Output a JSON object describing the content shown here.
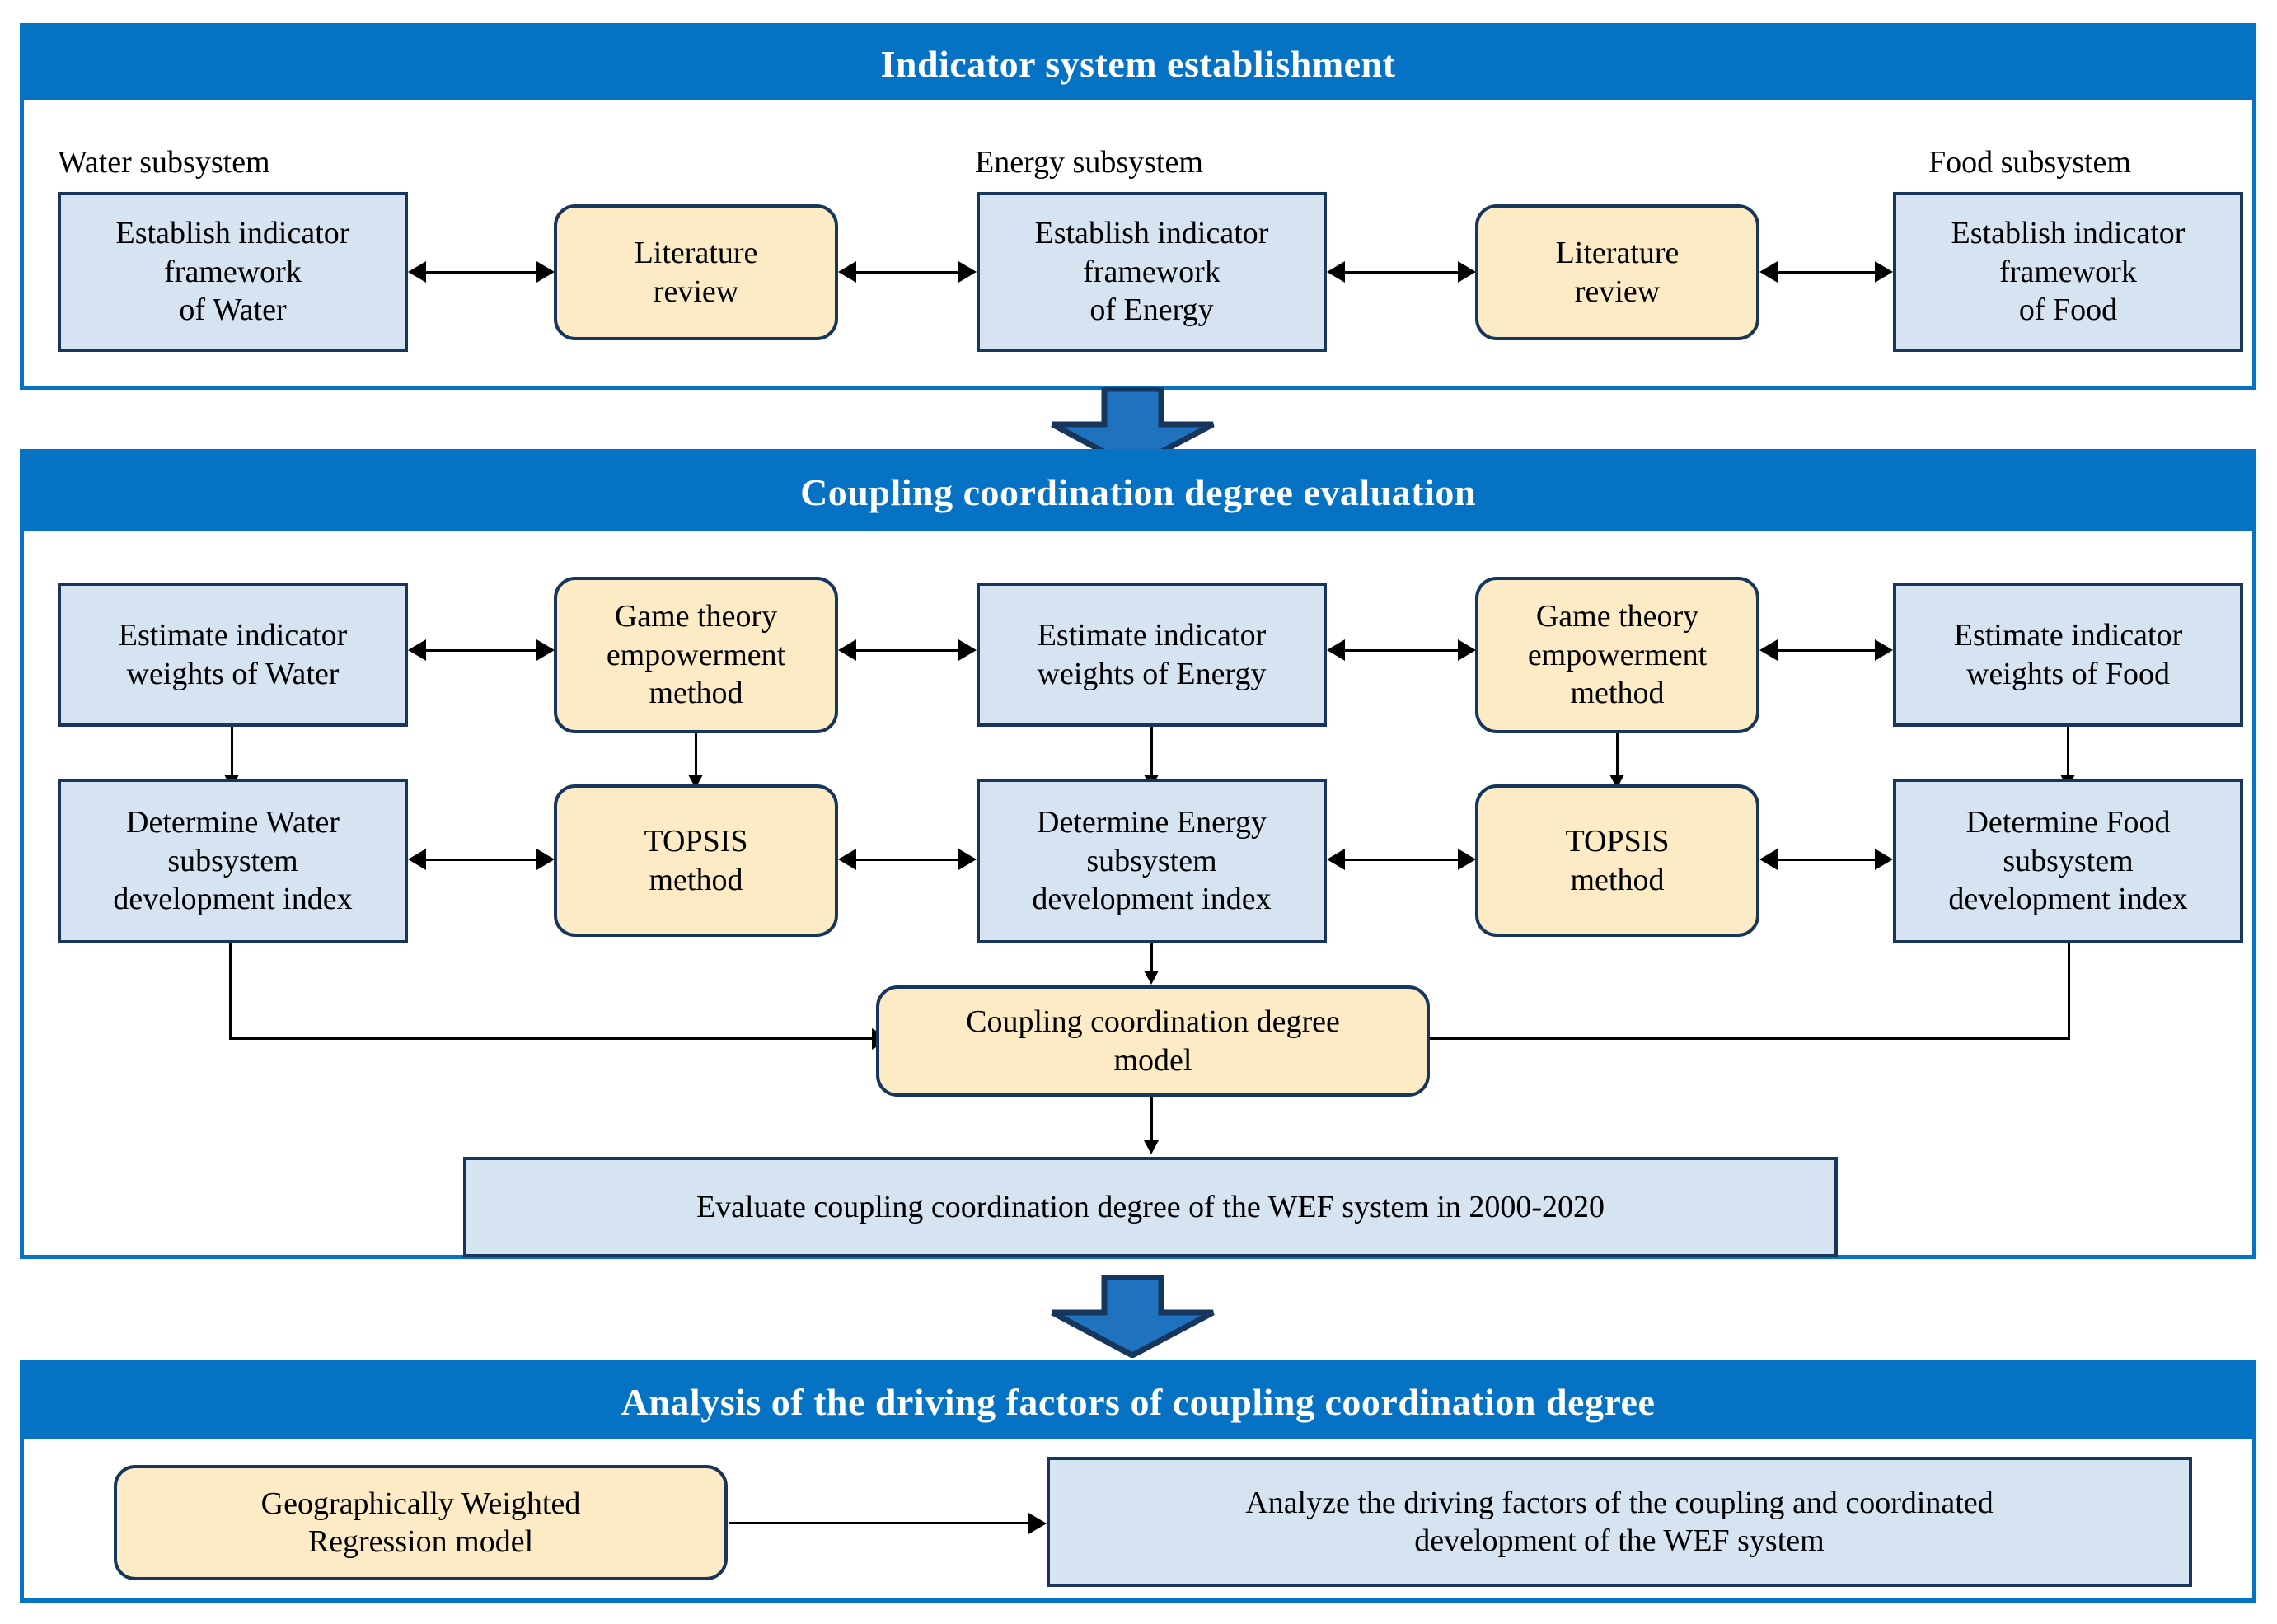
{
  "sections": [
    {
      "id": "indicator-system",
      "title": "Indicator system establishment",
      "captions": [
        {
          "label": "Water subsystem"
        },
        {
          "label": "Energy subsystem"
        },
        {
          "label": "Food subsystem"
        }
      ],
      "nodes": [
        {
          "id": "establish-water",
          "label": "Establish indicator\nframework\nof Water",
          "style": "blue"
        },
        {
          "id": "lit-review-1",
          "label": "Literature\nreview",
          "style": "yellow"
        },
        {
          "id": "establish-energy",
          "label": "Establish indicator\nframework\nof Energy",
          "style": "blue"
        },
        {
          "id": "lit-review-2",
          "label": "Literature\nreview",
          "style": "yellow"
        },
        {
          "id": "establish-food",
          "label": "Establish indicator\nframework\nof Food",
          "style": "blue"
        }
      ]
    },
    {
      "id": "coupling-evaluation",
      "title": "Coupling coordination degree evaluation",
      "nodes": [
        {
          "id": "weights-water",
          "label": "Estimate indicator\nweights of Water",
          "style": "blue"
        },
        {
          "id": "game-theory-1",
          "label": "Game theory\nempowerment\nmethod",
          "style": "yellow"
        },
        {
          "id": "weights-energy",
          "label": "Estimate indicator\nweights of Energy",
          "style": "blue"
        },
        {
          "id": "game-theory-2",
          "label": "Game theory\nempowerment\nmethod",
          "style": "yellow"
        },
        {
          "id": "weights-food",
          "label": "Estimate indicator\nweights of  Food",
          "style": "blue"
        },
        {
          "id": "index-water",
          "label": "Determine Water\nsubsystem\ndevelopment index",
          "style": "blue"
        },
        {
          "id": "topsis-1",
          "label": "TOPSIS\nmethod",
          "style": "yellow"
        },
        {
          "id": "index-energy",
          "label": "Determine Energy\nsubsystem\ndevelopment index",
          "style": "blue"
        },
        {
          "id": "topsis-2",
          "label": "TOPSIS\nmethod",
          "style": "yellow"
        },
        {
          "id": "index-food",
          "label": "Determine Food\nsubsystem\ndevelopment index",
          "style": "blue"
        },
        {
          "id": "ccd-model",
          "label": "Coupling coordination degree\nmodel",
          "style": "yellow"
        },
        {
          "id": "evaluate-ccd",
          "label": "Evaluate coupling coordination degree of the WEF system in 2000-2020",
          "style": "blue"
        }
      ]
    },
    {
      "id": "driving-factors",
      "title": "Analysis of the driving factors of coupling coordination degree",
      "nodes": [
        {
          "id": "gwr-model",
          "label": "Geographically Weighted\nRegression model",
          "style": "yellow"
        },
        {
          "id": "analyze-factors",
          "label": "Analyze the  driving factors of the coupling and coordinated\ndevelopment of the WEF system",
          "style": "blue"
        }
      ]
    }
  ],
  "colors": {
    "brand_blue": "#0572C4",
    "node_border": "#18355C",
    "node_blue_fill": "#D6E4F2",
    "node_yellow_fill": "#FCEBC5",
    "arrow_fill": "#1F72BD",
    "arrow_stroke": "#17365D"
  },
  "flow_arrows": [
    {
      "name": "section-1-to-2",
      "direction": "down",
      "type": "block"
    },
    {
      "name": "section-2-to-3",
      "direction": "down",
      "type": "block"
    }
  ]
}
